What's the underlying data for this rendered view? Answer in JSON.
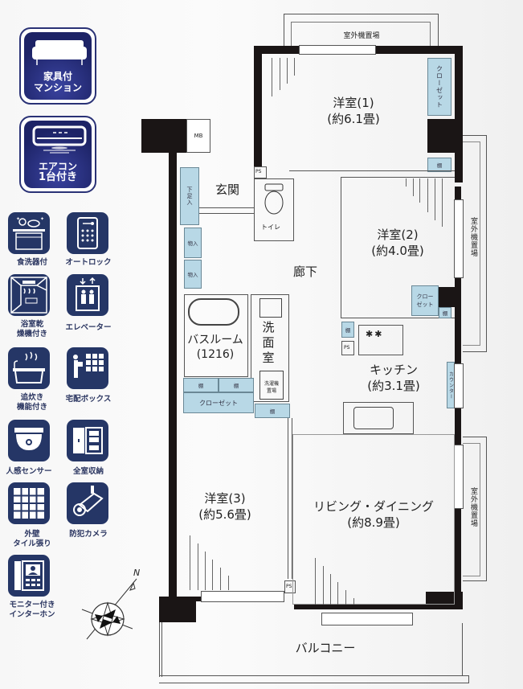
{
  "features": {
    "primary": [
      {
        "id": "furnished",
        "label_line1": "家具付",
        "label_line2": "マンション",
        "icon": "sofa-icon"
      },
      {
        "id": "aircon",
        "label_line1": "エアコン",
        "label_line2": "1台付き",
        "icon": "air-conditioner-icon"
      }
    ],
    "amenities": [
      {
        "id": "dishwasher",
        "label": "食洗器付",
        "icon": "dishwasher-icon"
      },
      {
        "id": "autolock",
        "label": "オートロック",
        "icon": "keypad-lock-icon"
      },
      {
        "id": "bath-dryer",
        "label": "浴室乾\n燥機付き",
        "label_line1": "浴室乾",
        "label_line2": "燥機付き",
        "icon": "bathroom-dryer-icon"
      },
      {
        "id": "elevator",
        "label": "エレベーター",
        "icon": "elevator-icon"
      },
      {
        "id": "reheat",
        "label_line1": "追炊き",
        "label_line2": "機能付き",
        "icon": "bathtub-reheat-icon"
      },
      {
        "id": "delivery-box",
        "label": "宅配ボックス",
        "icon": "delivery-box-icon"
      },
      {
        "id": "motion-sensor",
        "label": "人感センサー",
        "icon": "motion-sensor-icon"
      },
      {
        "id": "full-storage",
        "label": "全室収納",
        "icon": "closet-storage-icon"
      },
      {
        "id": "tile-exterior",
        "label_line1": "外壁",
        "label_line2": "タイル張り",
        "icon": "tile-wall-icon"
      },
      {
        "id": "security-camera",
        "label": "防犯カメラ",
        "icon": "security-camera-icon"
      },
      {
        "id": "video-intercom",
        "label_line1": "モニター付き",
        "label_line2": "インターホン",
        "icon": "video-intercom-icon"
      }
    ]
  },
  "floorplan": {
    "rooms": {
      "western1": {
        "name": "洋室(1)",
        "size": "(約6.1畳)"
      },
      "western2": {
        "name": "洋室(2)",
        "size": "(約4.0畳)"
      },
      "western3": {
        "name": "洋室(3)",
        "size": "(約5.6畳)"
      },
      "kitchen": {
        "name": "キッチン",
        "size": "(約3.1畳)"
      },
      "living": {
        "name": "リビング・ダイニング",
        "size": "(約8.9畳)"
      },
      "entrance": {
        "name": "玄関"
      },
      "hallway": {
        "name": "廊下"
      },
      "washroom": {
        "name": "洗面室"
      },
      "bathroom": {
        "name": "バスルーム",
        "size": "(1216)"
      },
      "toilet": {
        "name": "トイレ"
      },
      "balcony": {
        "name": "バルコニー"
      }
    },
    "labels": {
      "outdoor_unit_top": "室外機置場",
      "outdoor_unit_right1": "室外機置場",
      "outdoor_unit_right2": "室外機置場",
      "closet": "クローゼット",
      "closet_split_a": "クロー",
      "closet_split_b": "ゼット",
      "shelf": "棚",
      "storage": "物入",
      "shoe_box": "下足入",
      "ps": "PS",
      "mb": "MB",
      "washer_space_a": "洗濯機",
      "washer_space_b": "置場",
      "counter": "カウンター",
      "north": "N"
    },
    "colors": {
      "storage_fill": "#b8d8e6",
      "wall": "#1a1515",
      "badge_navy": "#253666"
    }
  }
}
